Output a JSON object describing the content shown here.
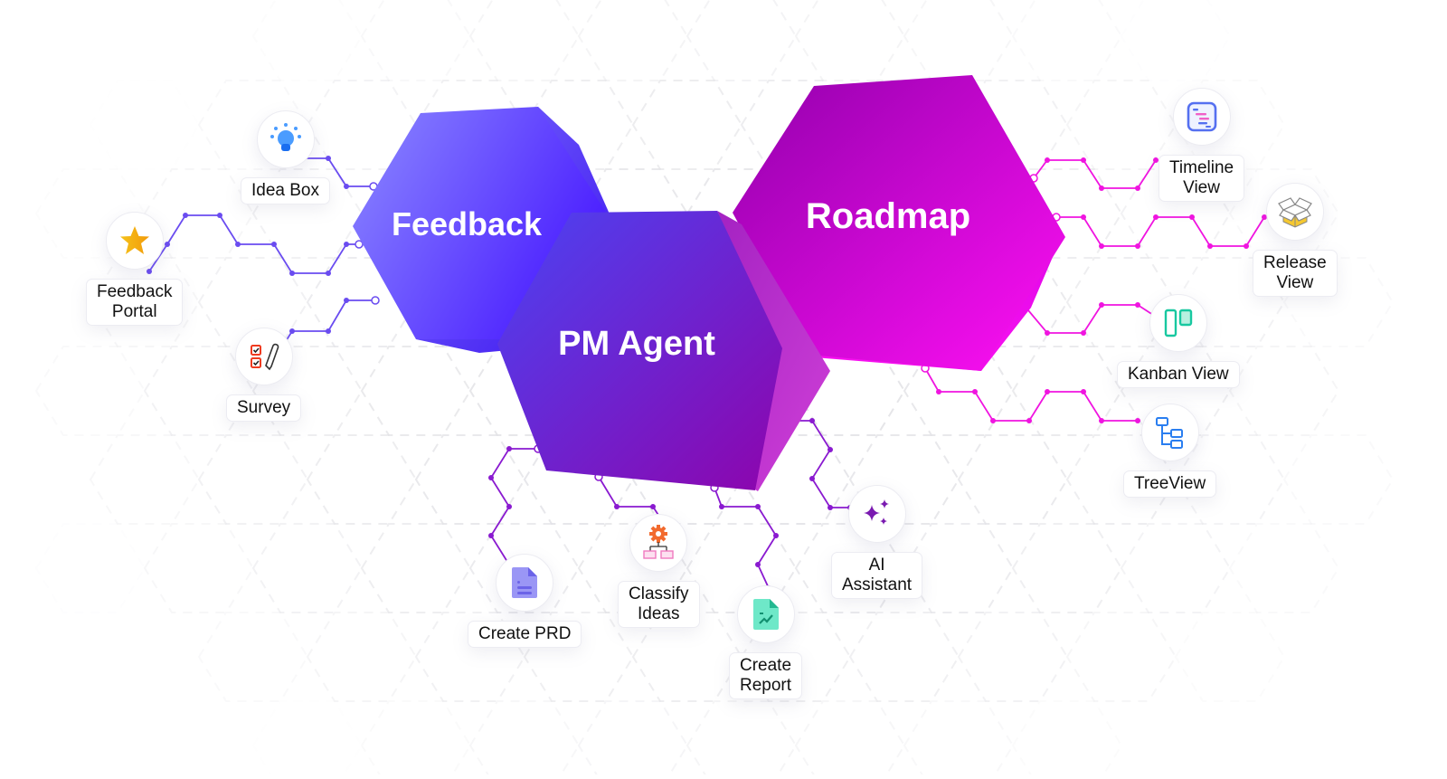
{
  "diagram": {
    "hubs": [
      {
        "id": "feedback",
        "label": "Feedback",
        "color_from": "#8a86ff",
        "color_to": "#4a1cff"
      },
      {
        "id": "pm-agent",
        "label": "PM Agent",
        "color_from": "#4a3df0",
        "color_to": "#8a07b0"
      },
      {
        "id": "roadmap",
        "label": "Roadmap",
        "color_from": "#9a00b0",
        "color_to": "#ff10f0"
      }
    ],
    "nodes": [
      {
        "id": "idea-box",
        "label": "Idea Box",
        "icon": "lightbulb-icon",
        "hub": "feedback"
      },
      {
        "id": "feedback-portal",
        "label": "Feedback\nPortal",
        "icon": "star-icon",
        "hub": "feedback"
      },
      {
        "id": "survey",
        "label": "Survey",
        "icon": "survey-checklist-icon",
        "hub": "feedback"
      },
      {
        "id": "create-prd",
        "label": "Create PRD",
        "icon": "document-icon",
        "hub": "pm-agent"
      },
      {
        "id": "classify-ideas",
        "label": "Classify\nIdeas",
        "icon": "gear-flow-icon",
        "hub": "pm-agent"
      },
      {
        "id": "create-report",
        "label": "Create\nReport",
        "icon": "report-chart-icon",
        "hub": "pm-agent"
      },
      {
        "id": "ai-assistant",
        "label": "AI\nAssistant",
        "icon": "sparkles-icon",
        "hub": "pm-agent"
      },
      {
        "id": "timeline-view",
        "label": "Timeline\nView",
        "icon": "timeline-icon",
        "hub": "roadmap"
      },
      {
        "id": "release-view",
        "label": "Release\nView",
        "icon": "open-box-icon",
        "hub": "roadmap"
      },
      {
        "id": "kanban-view",
        "label": "Kanban View",
        "icon": "kanban-icon",
        "hub": "roadmap"
      },
      {
        "id": "treeview",
        "label": "TreeView",
        "icon": "tree-icon",
        "hub": "roadmap"
      }
    ],
    "connector_colors": {
      "feedback": "#6a4cf0",
      "pm-agent": "#8a1ad0",
      "roadmap": "#f014e0"
    },
    "grid_color": "#e2e2e6"
  }
}
